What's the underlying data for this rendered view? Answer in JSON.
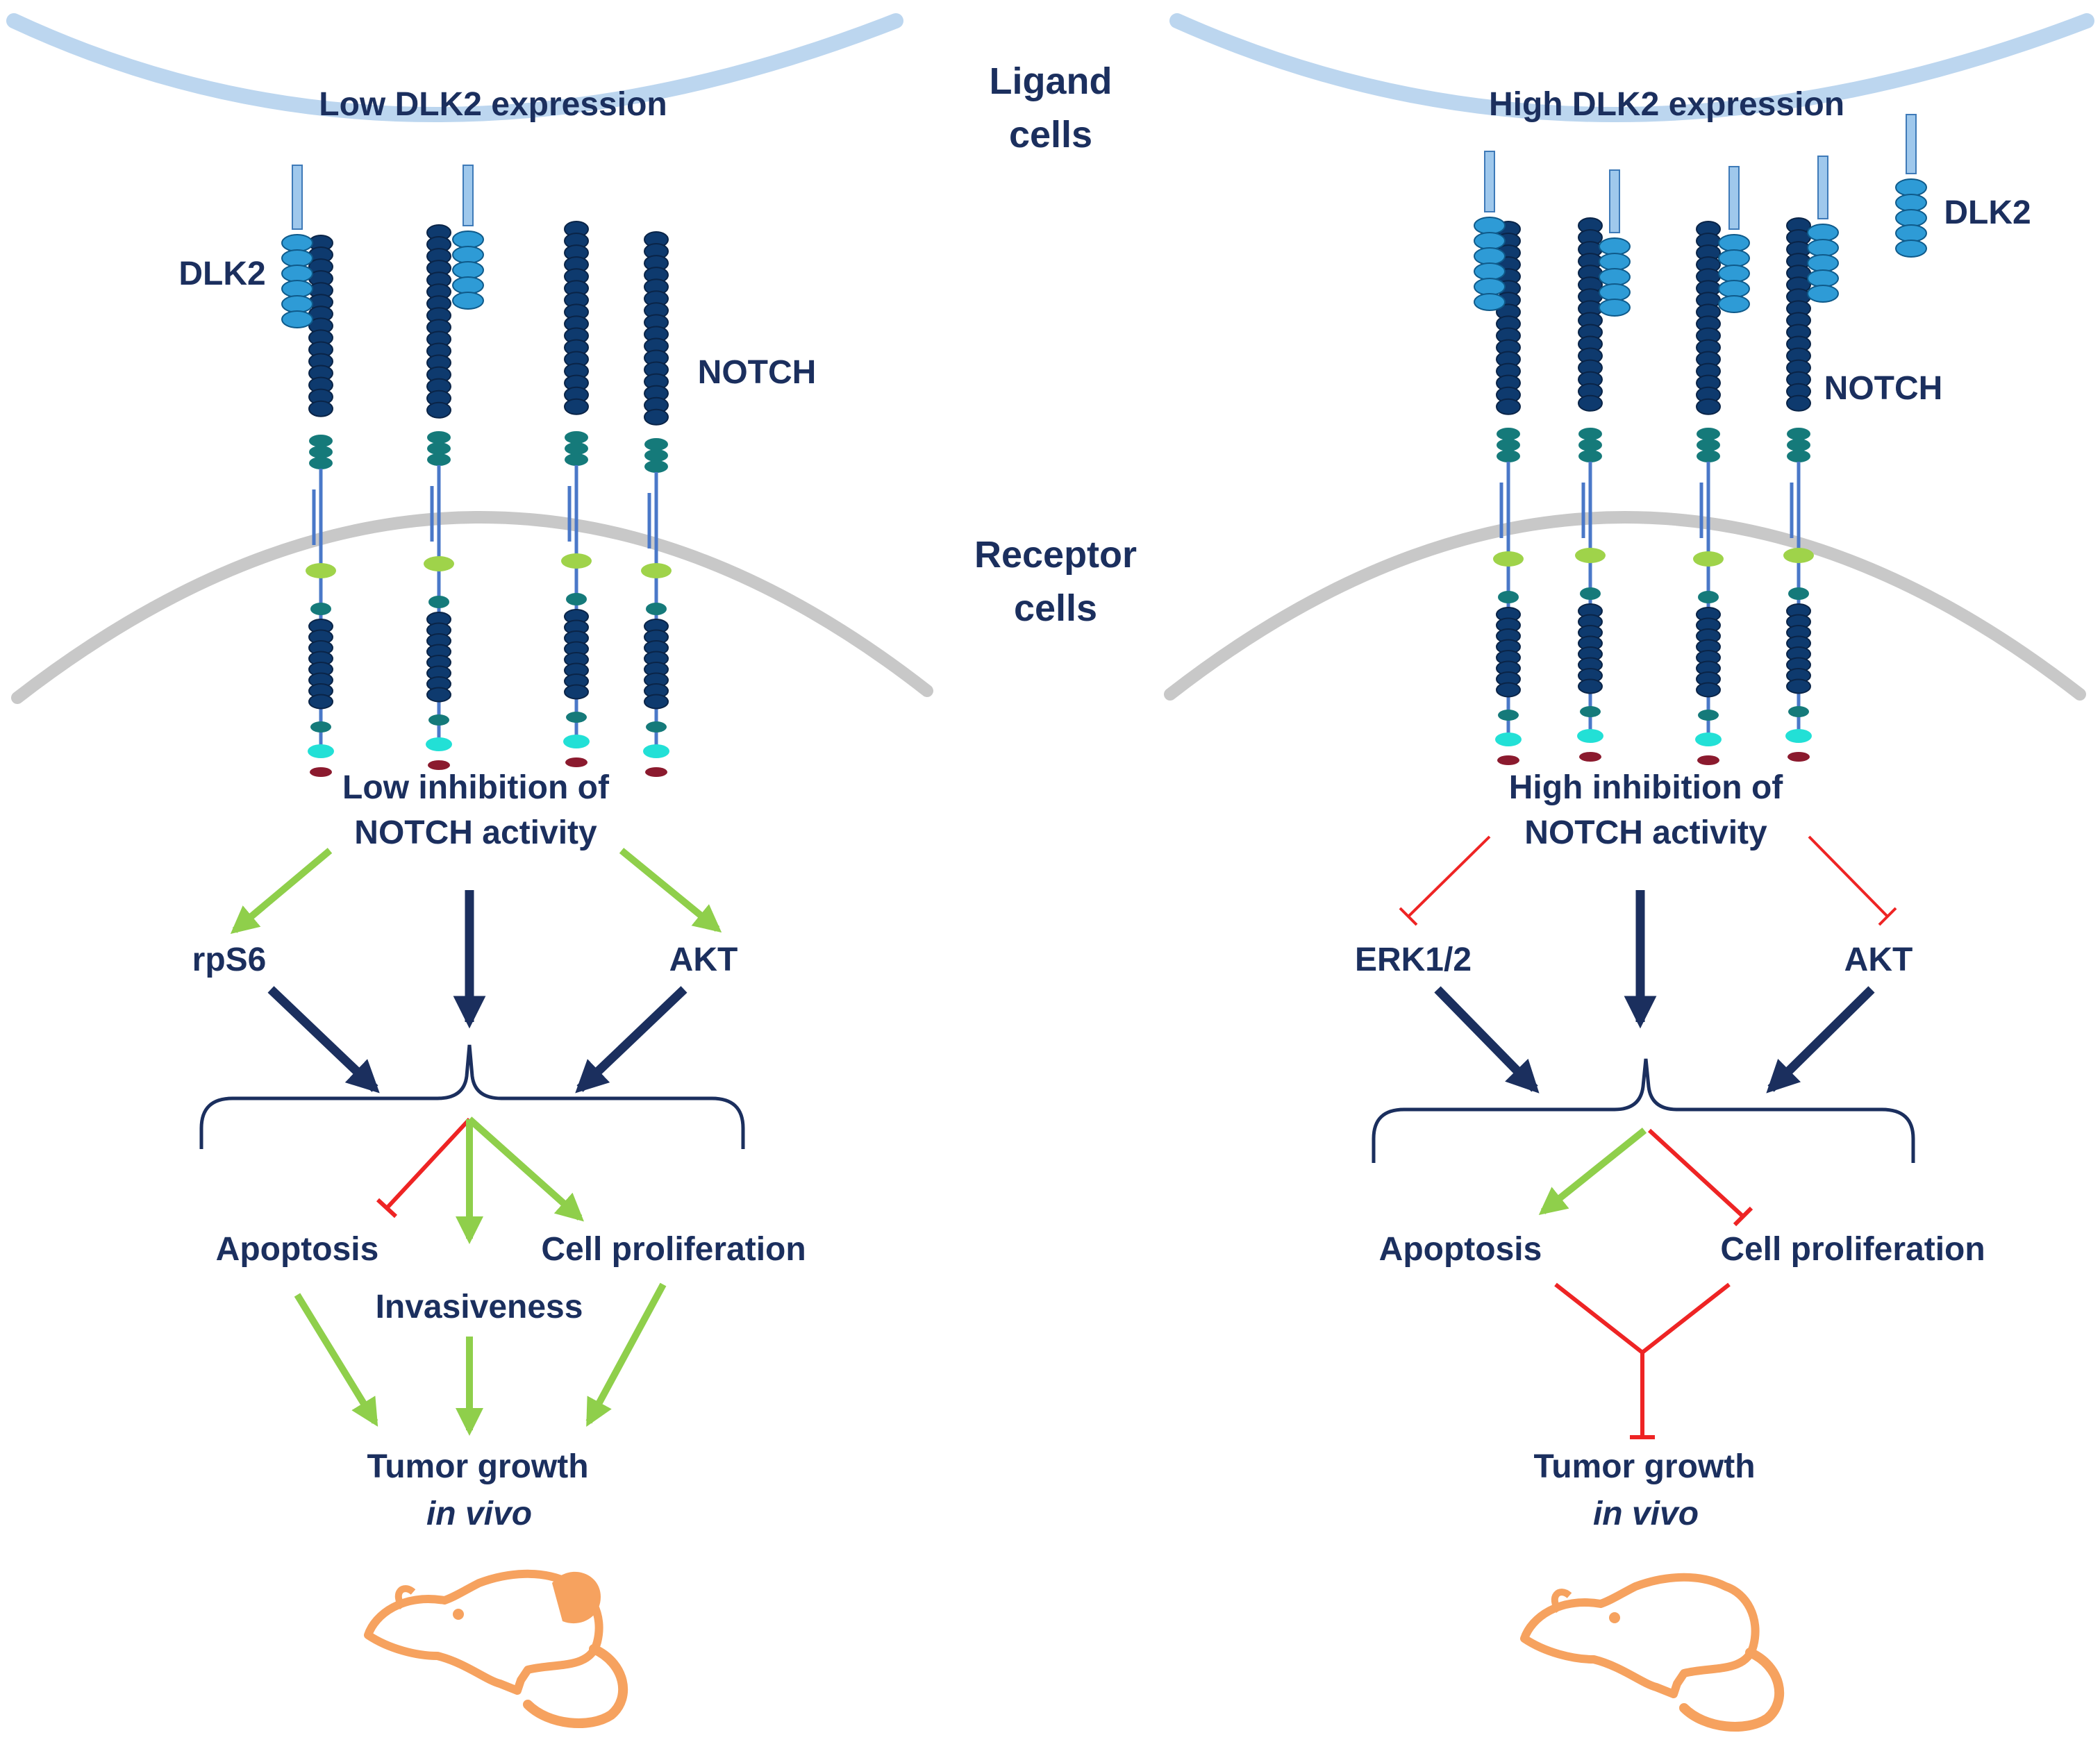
{
  "center": {
    "ligand_line1": "Ligand",
    "ligand_line2": "cells",
    "receptor_line1": "Receptor",
    "receptor_line2": "cells"
  },
  "left": {
    "title": "Low DLK2 expression",
    "dlk2": "DLK2",
    "notch": "NOTCH",
    "inhibition_line1": "Low inhibition of",
    "inhibition_line2": "NOTCH activity",
    "pathway_a": "rpS6",
    "pathway_b": "AKT",
    "apoptosis": "Apoptosis",
    "proliferation": "Cell proliferation",
    "invasiveness": "Invasiveness",
    "tumor_line1": "Tumor growth",
    "tumor_line2": "in vivo"
  },
  "right": {
    "title": "High DLK2 expression",
    "dlk2": "DLK2",
    "notch": "NOTCH",
    "inhibition_line1": "High inhibition of",
    "inhibition_line2": "NOTCH activity",
    "pathway_a": "ERK1/2",
    "pathway_b": "AKT",
    "apoptosis": "Apoptosis",
    "proliferation": "Cell proliferation",
    "tumor_line1": "Tumor growth",
    "tumor_line2": "in vivo"
  },
  "colors": {
    "navy": "#1b2f5e",
    "dark_oval": "#0e3a6e",
    "dlk2_blue": "#2e9bd6",
    "teal": "#157a7a",
    "lime": "#9fd34a",
    "cyan": "#22e0d6",
    "maroon": "#8b1a2e",
    "membrane_blue": "#bcd6ef",
    "membrane_gray": "#c8c8c8",
    "activate_green": "#8fcf4b",
    "inhibit_red": "#ee2424",
    "mouse_orange": "#f6a25f"
  }
}
